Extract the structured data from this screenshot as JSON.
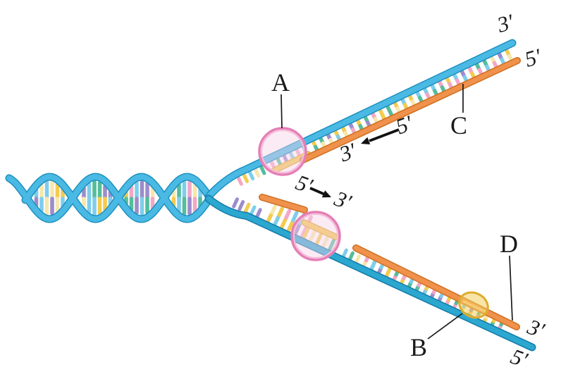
{
  "figure": {
    "subject": "DNA replication fork diagram",
    "labels": {
      "a": "A",
      "b": "B",
      "c": "C",
      "d": "D"
    },
    "strand_ends": {
      "top_template": "3′",
      "top_new_strand": "5′",
      "bottom_new_strand": "3′",
      "bottom_template": "5′"
    },
    "direction_arrows": {
      "leading_strand": {
        "head": "3′",
        "tail": "5′"
      },
      "fork_movement": {
        "tail": "5′",
        "head": "3′"
      }
    },
    "colors": {
      "template_blue": "#4ABAE5",
      "template_blue_edge": "#1E90BE",
      "template_teal": "#2BA7D0",
      "template_teal_edge": "#147CA8",
      "new_strand_orange": "#F0914C",
      "new_strand_orange_edge": "#CE7122",
      "primer_yellow": "#F3C94F",
      "primer_yellow_edge": "#D9A32C",
      "magnifier_ring_pink": "#E57FB6",
      "magnifier_inner_ring_pink": "#F6BCDA",
      "magnifier_fill_pink": "#F6D3E7",
      "enzyme_yellow": "#F2CE5E",
      "enzyme_ring_gold": "#DCAC2C",
      "enzyme_highlight": "#F9C996",
      "label_ink": "#1A1A1A"
    },
    "palette": [
      "#54BD9B",
      "#F4CB4F",
      "#F3A7C7",
      "#9C8CCB",
      "#7FCDEB",
      "#F7E7AE"
    ]
  }
}
